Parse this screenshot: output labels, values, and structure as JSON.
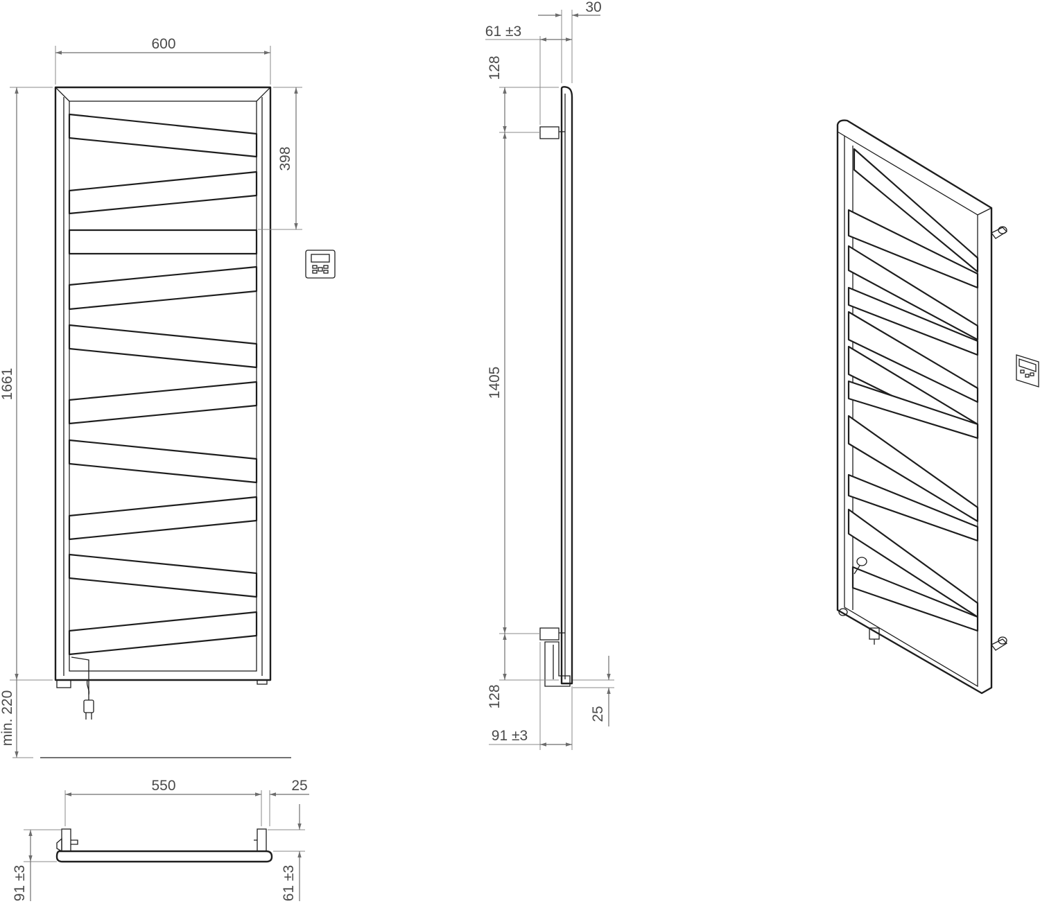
{
  "dimensions": {
    "front_width": "600",
    "front_height": "1661",
    "front_top_to_control": "398",
    "front_floor_clearance": "min. 220",
    "side_depth": "30",
    "side_top_wall_distance": "61 ±3",
    "side_top_offset": "128",
    "side_connection_spacing": "1405",
    "side_bottom_offset": "128",
    "side_bottom_foot": "25",
    "side_bottom_wall_distance": "91 ±3",
    "plan_connection_spacing": "550",
    "plan_right_offset": "25",
    "plan_left_wall_distance": "91 ±3",
    "plan_right_wall_distance": "61 ±3"
  },
  "icons": {
    "control_unit_front": "controller-icon",
    "control_unit_perspective": "controller-icon",
    "power_plug": "plug-icon"
  },
  "colors": {
    "line": "#1e1e1e",
    "dimension": "#6d6d6d",
    "text": "#4a4a4a",
    "background": "#ffffff"
  }
}
